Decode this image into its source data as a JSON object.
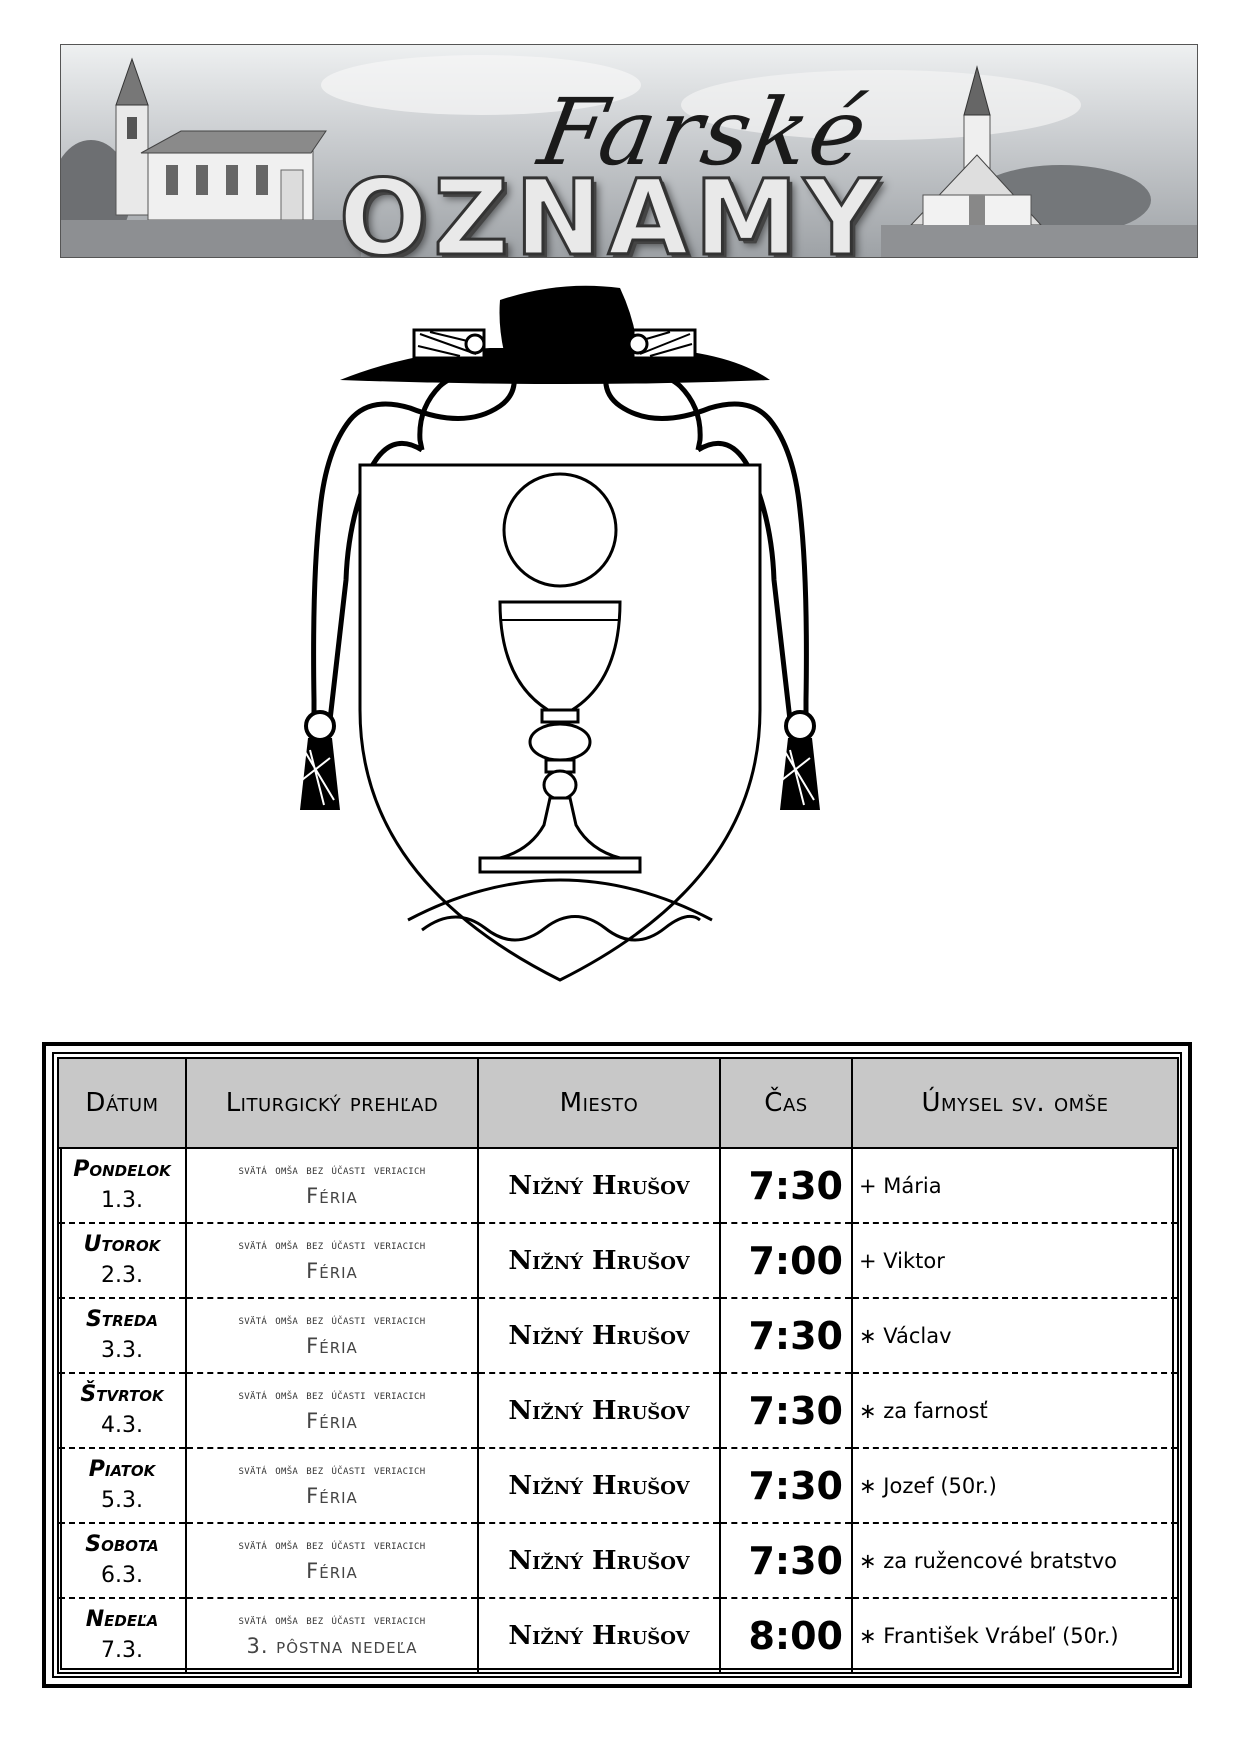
{
  "banner": {
    "script_text": "Farské",
    "word_text": "OZNAMY"
  },
  "coat_of_arms": {
    "icon": "bishop-coat-of-arms-chalice-host-icon"
  },
  "table": {
    "headers": {
      "date": "Dátum",
      "liturgy": "Liturgický prehľad",
      "place": "Miesto",
      "time": "Čas",
      "intention": "Úmysel sv. omše"
    },
    "rows": [
      {
        "day": "Pondelok",
        "date": "1.3.",
        "note": "svätá omša bez účasti veriacich",
        "liturgy": "Féria",
        "place": "Nižný Hrušov",
        "time": "7:30",
        "intention": "+ Mária"
      },
      {
        "day": "Utorok",
        "date": "2.3.",
        "note": "svätá omša bez účasti veriacich",
        "liturgy": "Féria",
        "place": "Nižný Hrušov",
        "time": "7:00",
        "intention": "+ Viktor"
      },
      {
        "day": "Streda",
        "date": "3.3.",
        "note": "svätá omša bez účasti veriacich",
        "liturgy": "Féria",
        "place": "Nižný Hrušov",
        "time": "7:30",
        "intention": "∗ Václav"
      },
      {
        "day": "Štvrtok",
        "date": "4.3.",
        "note": "svätá omša bez účasti veriacich",
        "liturgy": "Féria",
        "place": "Nižný Hrušov",
        "time": "7:30",
        "intention": "∗ za farnosť"
      },
      {
        "day": "Piatok",
        "date": "5.3.",
        "note": "svätá omša bez účasti veriacich",
        "liturgy": "Féria",
        "place": "Nižný Hrušov",
        "time": "7:30",
        "intention": "∗ Jozef (50r.)"
      },
      {
        "day": "Sobota",
        "date": "6.3.",
        "note": "svätá omša bez účasti veriacich",
        "liturgy": "Féria",
        "place": "Nižný Hrušov",
        "time": "7:30",
        "intention": "∗ za ružencové bratstvo"
      },
      {
        "day": "Nedeľa",
        "date": "7.3.",
        "note": "svätá omša bez účasti veriacich",
        "liturgy": "3. pôstna nedeľa",
        "place": "Nižný Hrušov",
        "time": "8:00",
        "intention": "∗ František Vrábeľ (50r.)"
      }
    ]
  }
}
